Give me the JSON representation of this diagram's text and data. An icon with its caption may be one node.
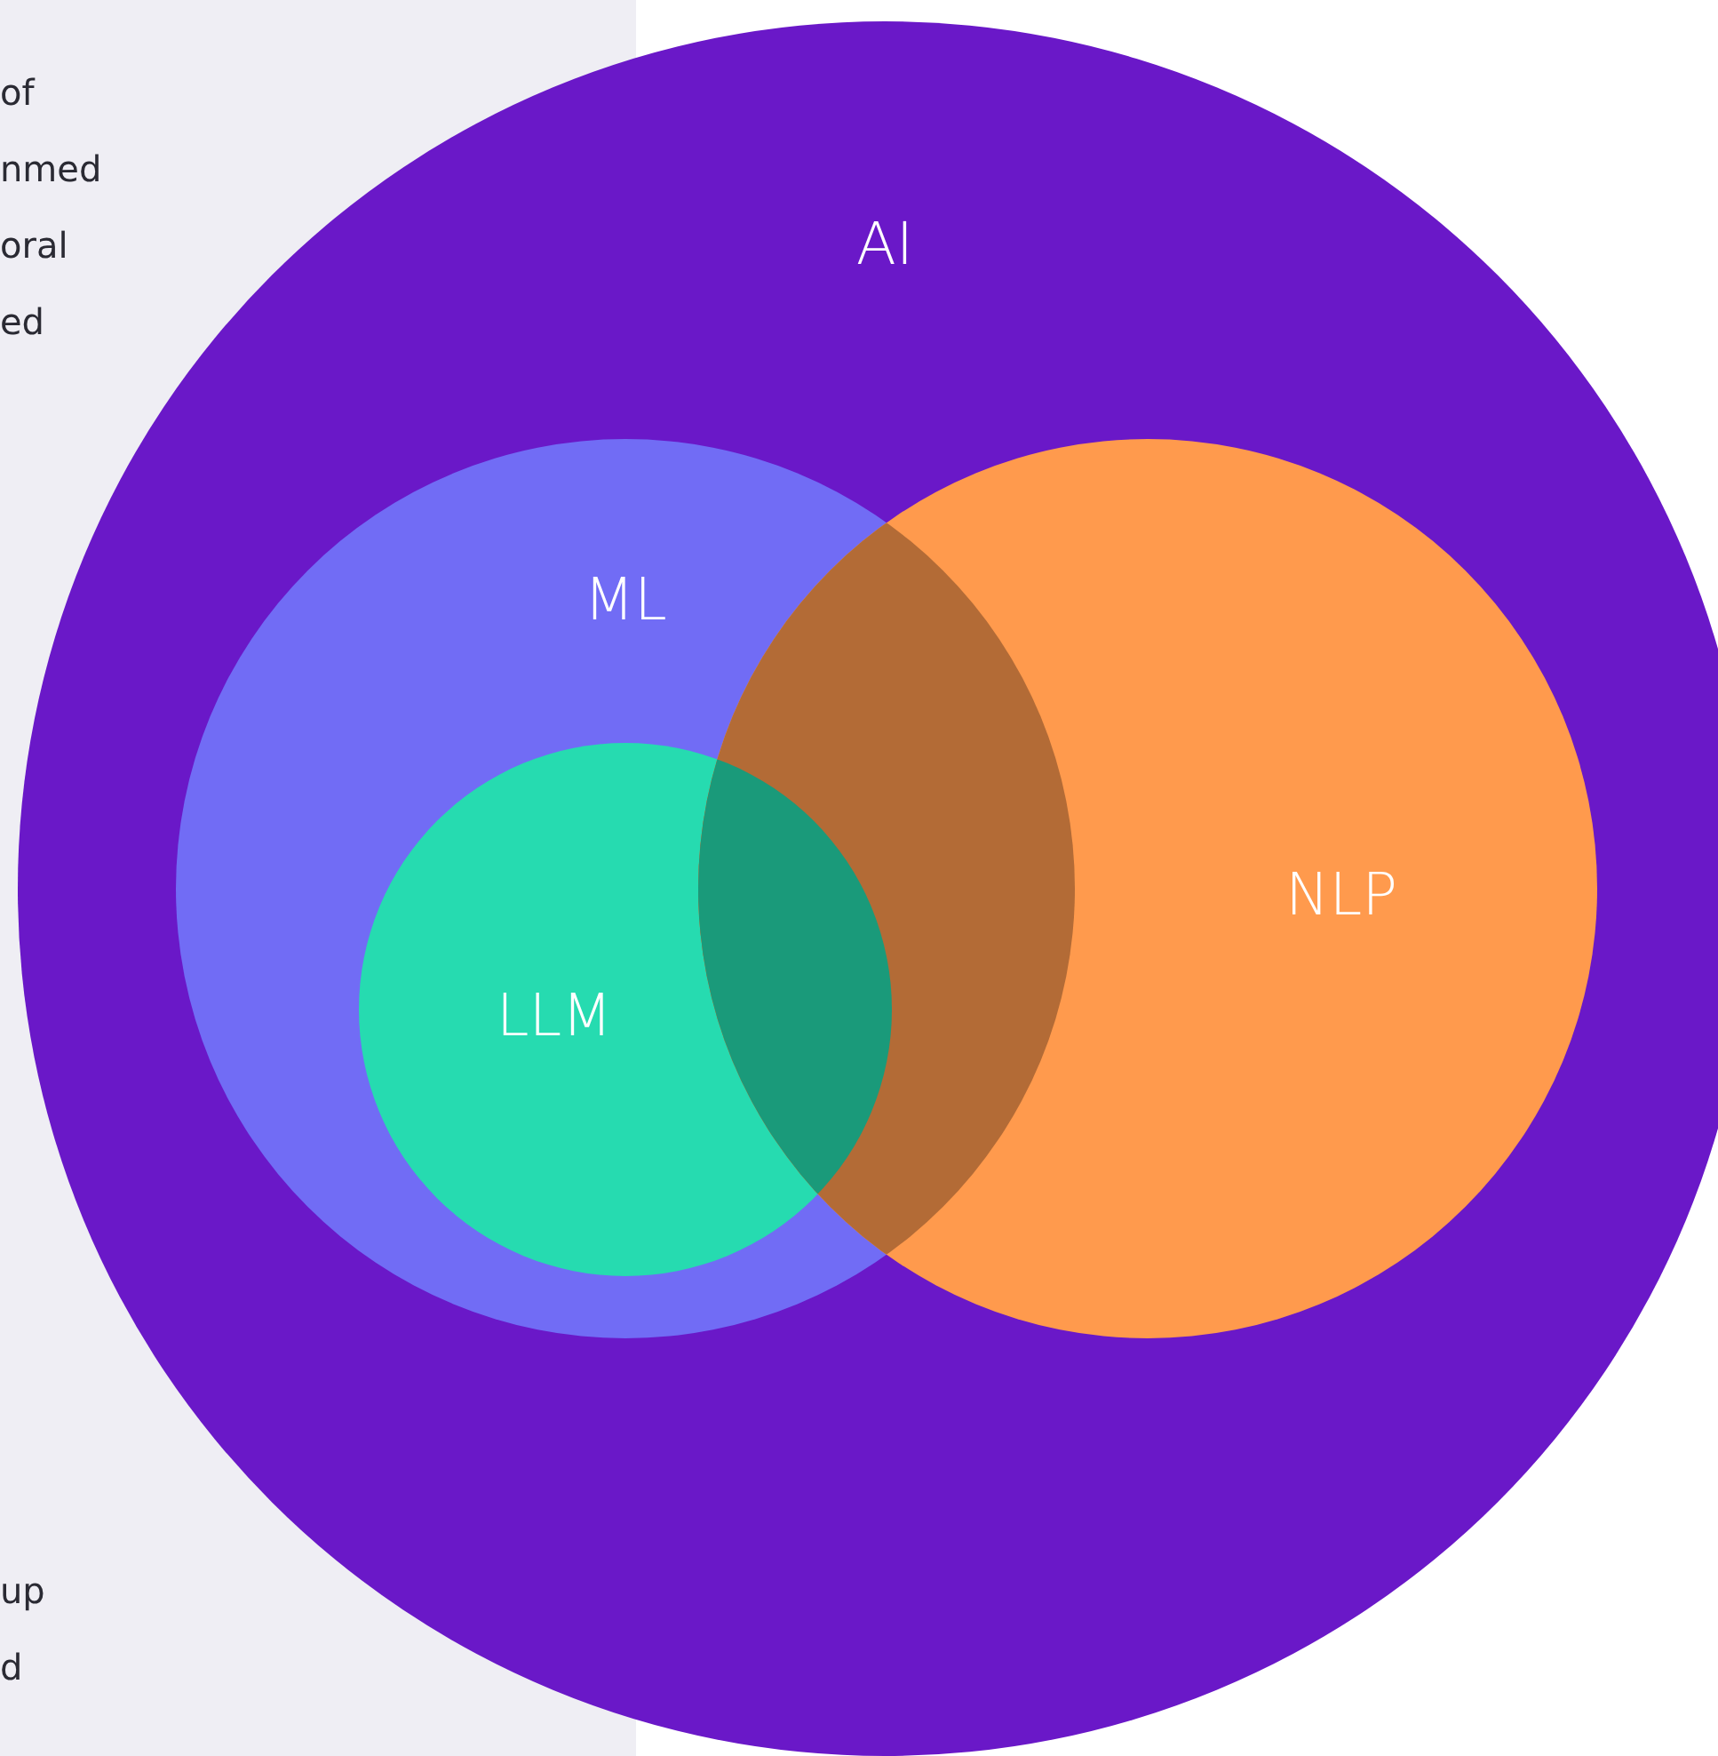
{
  "diagram": {
    "nodes": [
      {
        "text": [
          "AI"
        ]
      },
      {
        "text": [
          "ML"
        ],
        "in": 0
      },
      {
        "text": [
          "NLP"
        ],
        "in": 0
      },
      {
        "text": [
          "LLM"
        ],
        "in": 1
      }
    ],
    "labels": [
      "of",
      "nmed",
      "oral",
      "ed",
      "up",
      "d"
    ]
  }
}
